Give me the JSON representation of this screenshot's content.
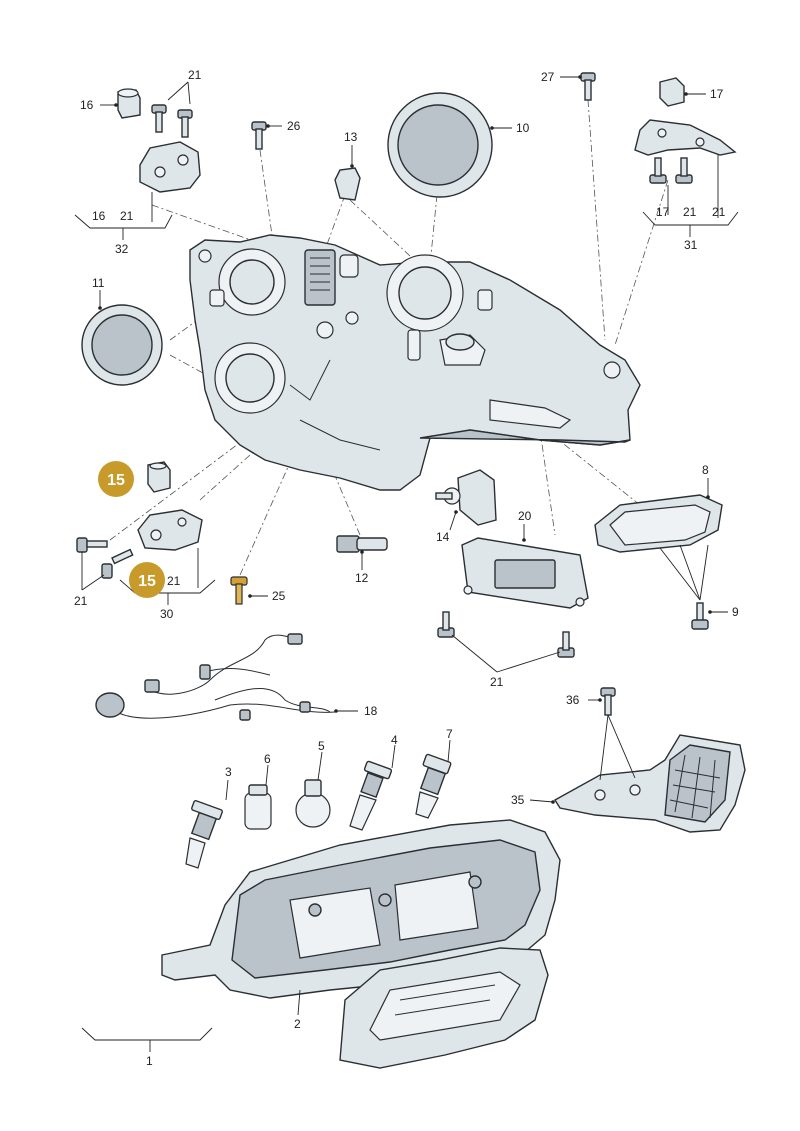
{
  "colors": {
    "badge": "#c79a2a",
    "part_fill": "#dfe6ea",
    "part_dark": "#b9c3c9",
    "outline": "#2b2f33",
    "highlight": "#d4a03a"
  },
  "callouts": {
    "c1": "1",
    "c2": "2",
    "c3": "3",
    "c4": "4",
    "c5": "5",
    "c6": "6",
    "c7": "7",
    "c8": "8",
    "c9": "9",
    "c10": "10",
    "c11": "11",
    "c12": "12",
    "c13": "13",
    "c14": "14",
    "c16": "16",
    "c16b": "16",
    "c17": "17",
    "c17b": "17",
    "c18": "18",
    "c20": "20",
    "c21a": "21",
    "c21b": "21",
    "c21c": "21",
    "c21d": "21",
    "c21e": "21",
    "c21f": "21",
    "c25": "25",
    "c26": "26",
    "c27": "27",
    "c30": "30",
    "c31": "31",
    "c32": "32",
    "c35": "35",
    "c36": "36"
  },
  "badges": {
    "b1": "15",
    "b2": "15"
  }
}
